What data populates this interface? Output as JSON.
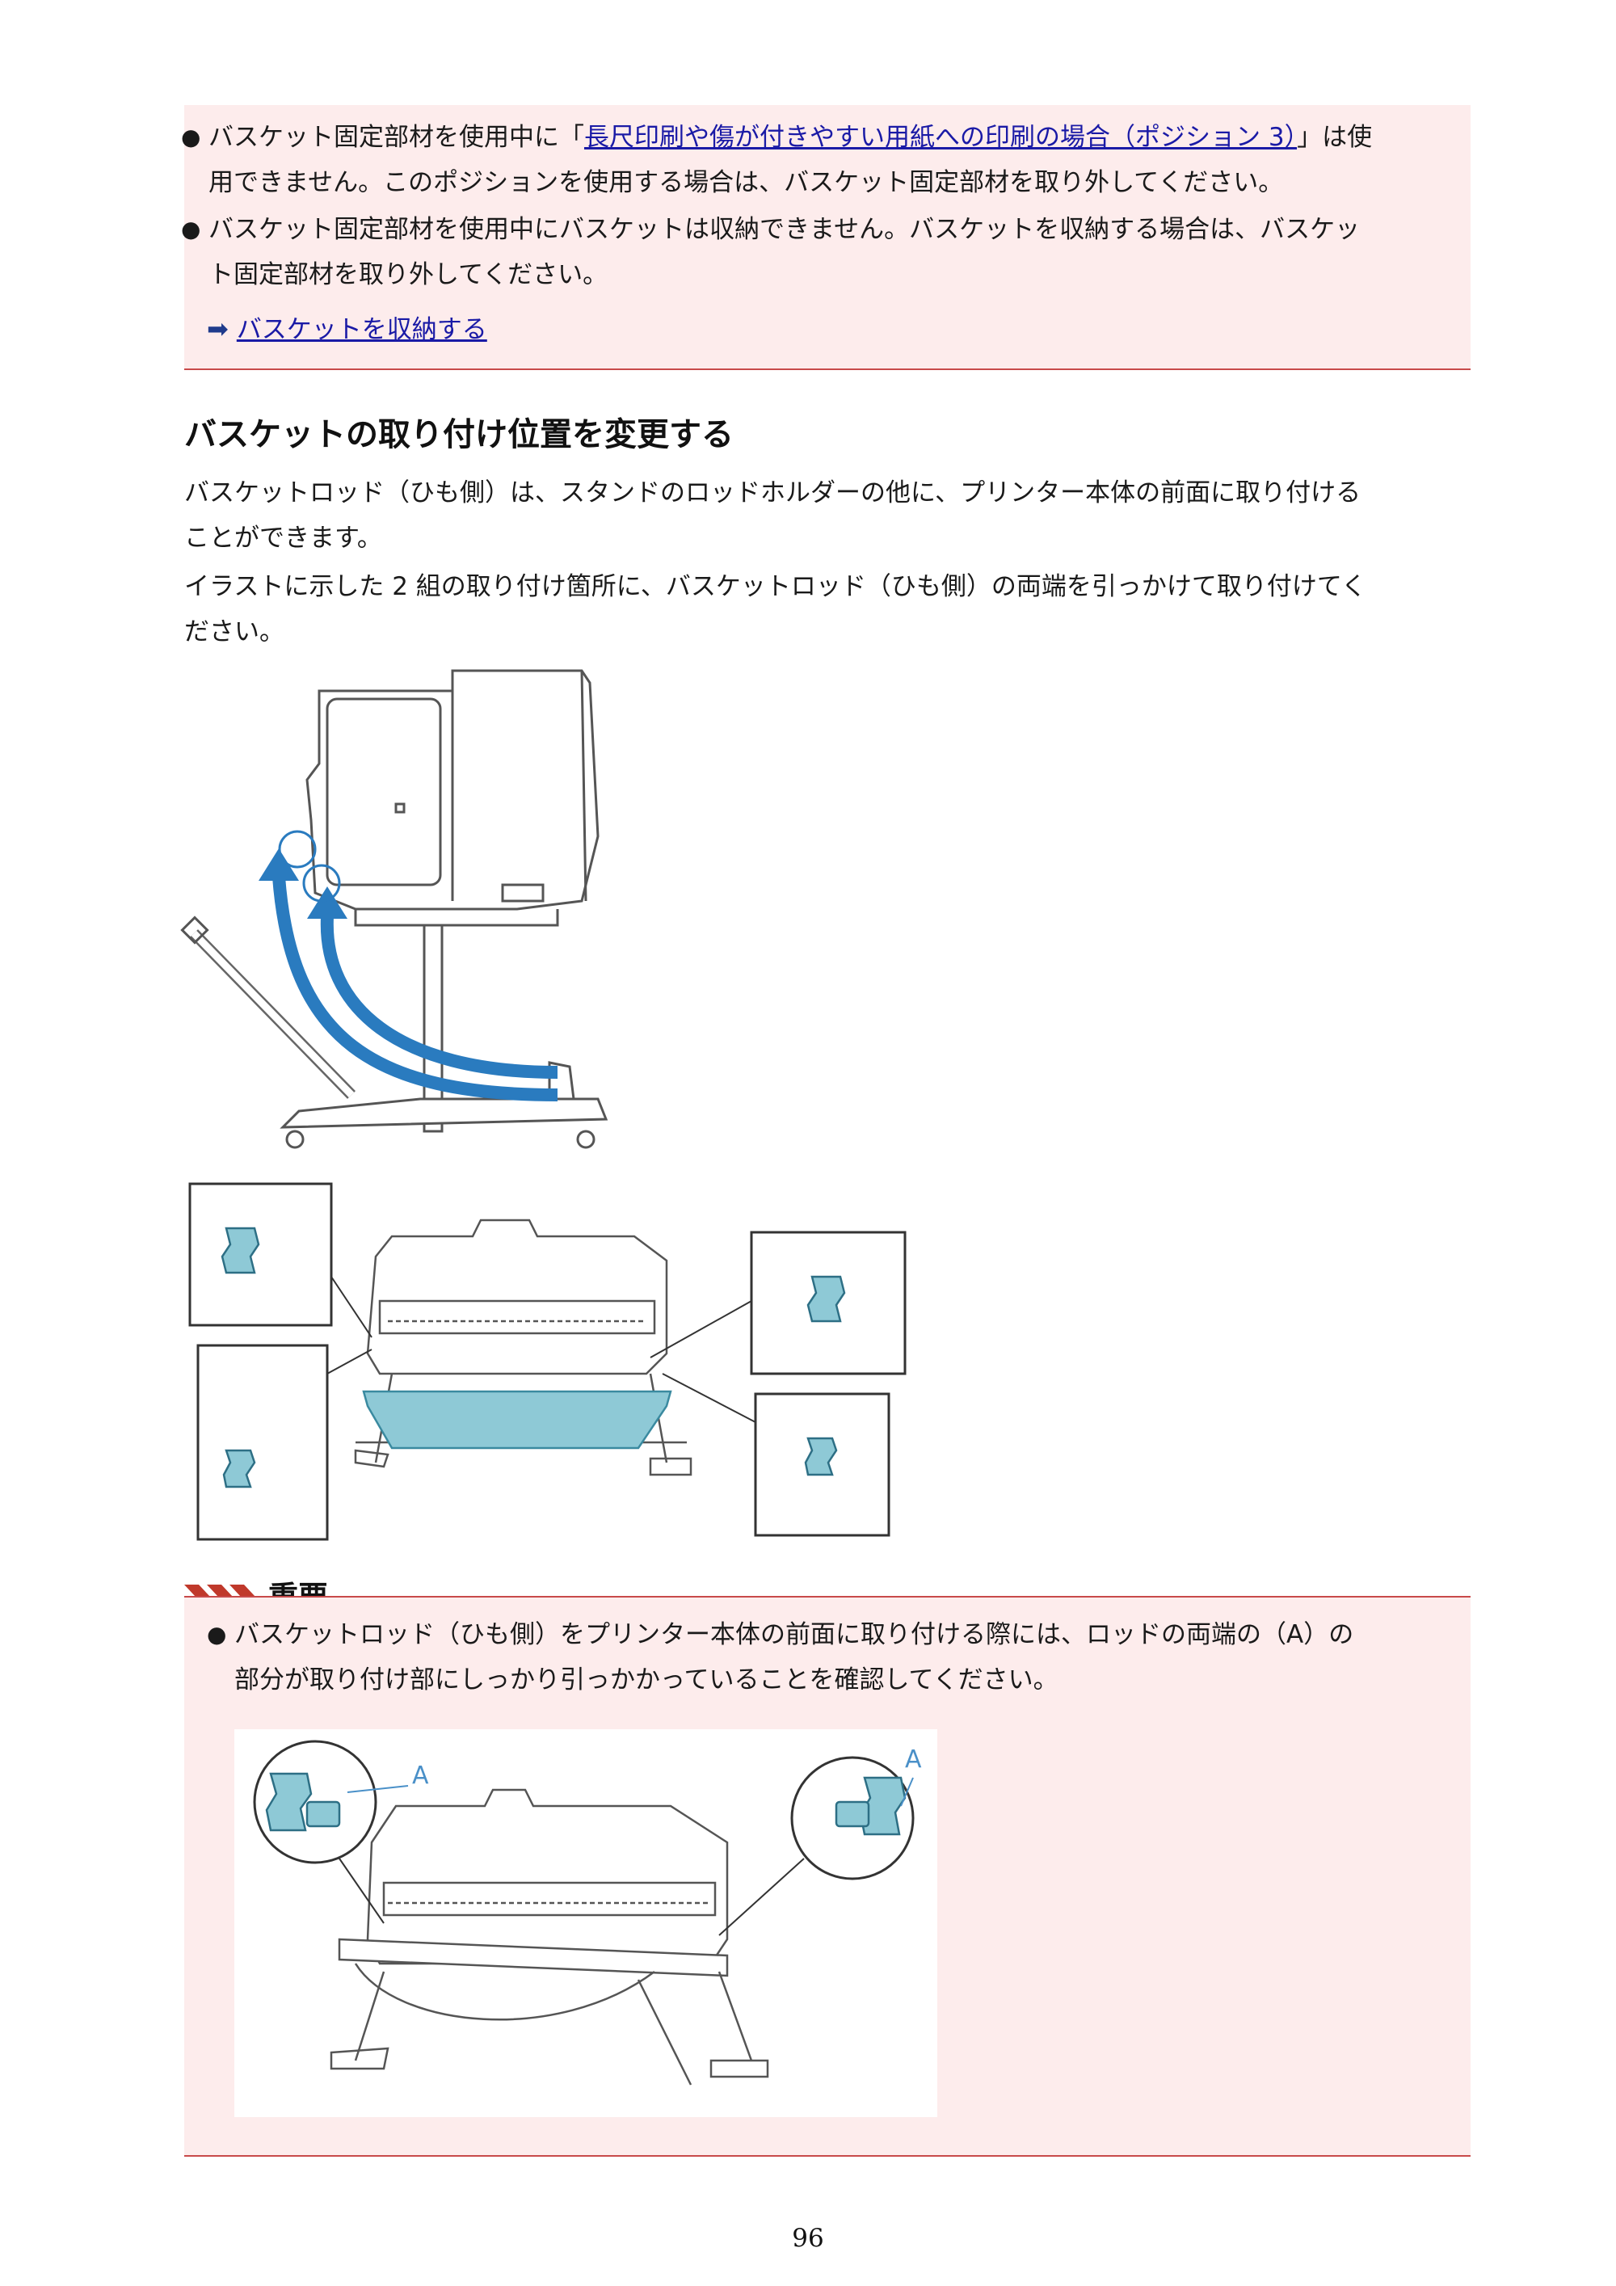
{
  "top_note": {
    "bullet1": {
      "pre": "バスケット固定部材を使用中に「",
      "link": "長尺印刷や傷が付きやすい用紙への印刷の場合（ポジション 3）",
      "post": "」は使",
      "line2": "用できません。このポジションを使用する場合は、バスケット固定部材を取り外してください。"
    },
    "bullet2": {
      "line1": "バスケット固定部材を使用中にバスケットは収納できません。バスケットを収納する場合は、バスケッ",
      "line2": "ト固定部材を取り外してください。"
    },
    "link": "バスケットを収納する"
  },
  "section": {
    "title": "バスケットの取り付け位置を変更する",
    "para1": {
      "line1": "バスケットロッド（ひも側）は、スタンドのロッドホルダーの他に、プリンター本体の前面に取り付ける",
      "line2": "ことができます。"
    },
    "para2": {
      "line1": "イラストに示した 2 組の取り付け箇所に、バスケットロッド（ひも側）の両端を引っかけて取り付けてく",
      "line2": "ださい。"
    }
  },
  "important": {
    "title": "重要",
    "bullet": {
      "line1": "バスケットロッド（ひも側）をプリンター本体の前面に取り付ける際には、ロッドの両端の（A）の",
      "line2": "部分が取り付け部にしっかり引っかかっていることを確認してください。"
    },
    "callout_left": "A",
    "callout_right": "A"
  },
  "colors": {
    "note_bg": "#fdecec",
    "rule": "#c84a4a",
    "link": "#1a1aa6",
    "accent_blue": "#2a7bbf",
    "part_blue": "#8ec9d6"
  },
  "page_number": "96"
}
